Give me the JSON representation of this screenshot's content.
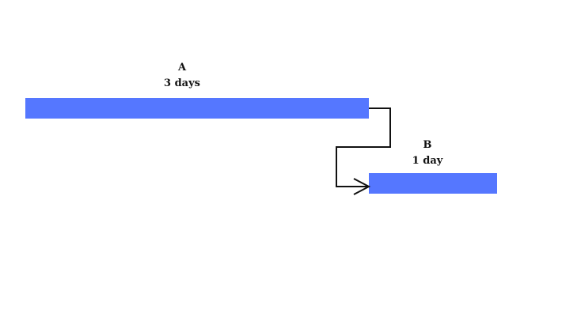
{
  "colors": {
    "bar": "#5577ff",
    "connector": "#111111"
  },
  "tasks": [
    {
      "name": "A",
      "duration": "3 days",
      "duration_days": 3
    },
    {
      "name": "B",
      "duration": "1 day",
      "duration_days": 1
    }
  ],
  "dependencies": [
    {
      "from": "A",
      "to": "B",
      "type": "finish-to-start"
    }
  ]
}
